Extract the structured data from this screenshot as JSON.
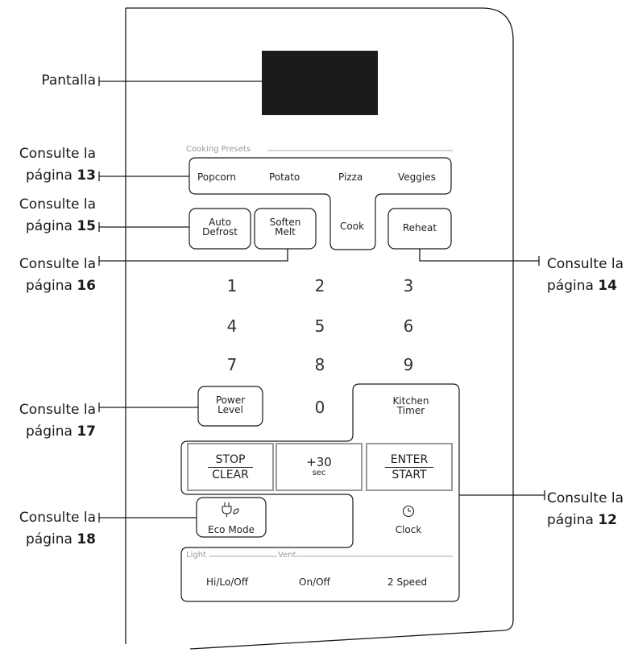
{
  "callouts": {
    "display": "Pantalla",
    "consult_prefix": "Consulte la",
    "page_word": "página",
    "presets_page": "13",
    "defrost_page": "15",
    "soften_page": "16",
    "reheat_page": "14",
    "power_page": "17",
    "eco_page": "18",
    "timer_page": "12"
  },
  "presets": {
    "header": "Cooking Presets",
    "popcorn": "Popcorn",
    "potato": "Potato",
    "pizza": "Pizza",
    "veggies": "Veggies",
    "cook": "Cook"
  },
  "buttons": {
    "auto_defrost": [
      "Auto",
      "Defrost"
    ],
    "soften_melt": [
      "Soften",
      "Melt"
    ],
    "reheat": "Reheat",
    "power_level": [
      "Power",
      "Level"
    ],
    "kitchen_timer": [
      "Kitchen",
      "Timer"
    ],
    "stop": "STOP",
    "clear": "CLEAR",
    "plus30": "+30",
    "sec": "sec",
    "enter": "ENTER",
    "start": "START",
    "eco_mode": "Eco Mode",
    "clock": "Clock"
  },
  "keypad": [
    "1",
    "2",
    "3",
    "4",
    "5",
    "6",
    "7",
    "8",
    "9",
    "0"
  ],
  "bottom": {
    "light_header": "Light",
    "vent_header": "Vent",
    "hilooff": "Hi/Lo/Off",
    "onoff": "On/Off",
    "two_speed": "2 Speed"
  },
  "colors": {
    "outline": "#1a1a1a",
    "display": "#1b1b1b",
    "divider": "#aaaaaa"
  }
}
